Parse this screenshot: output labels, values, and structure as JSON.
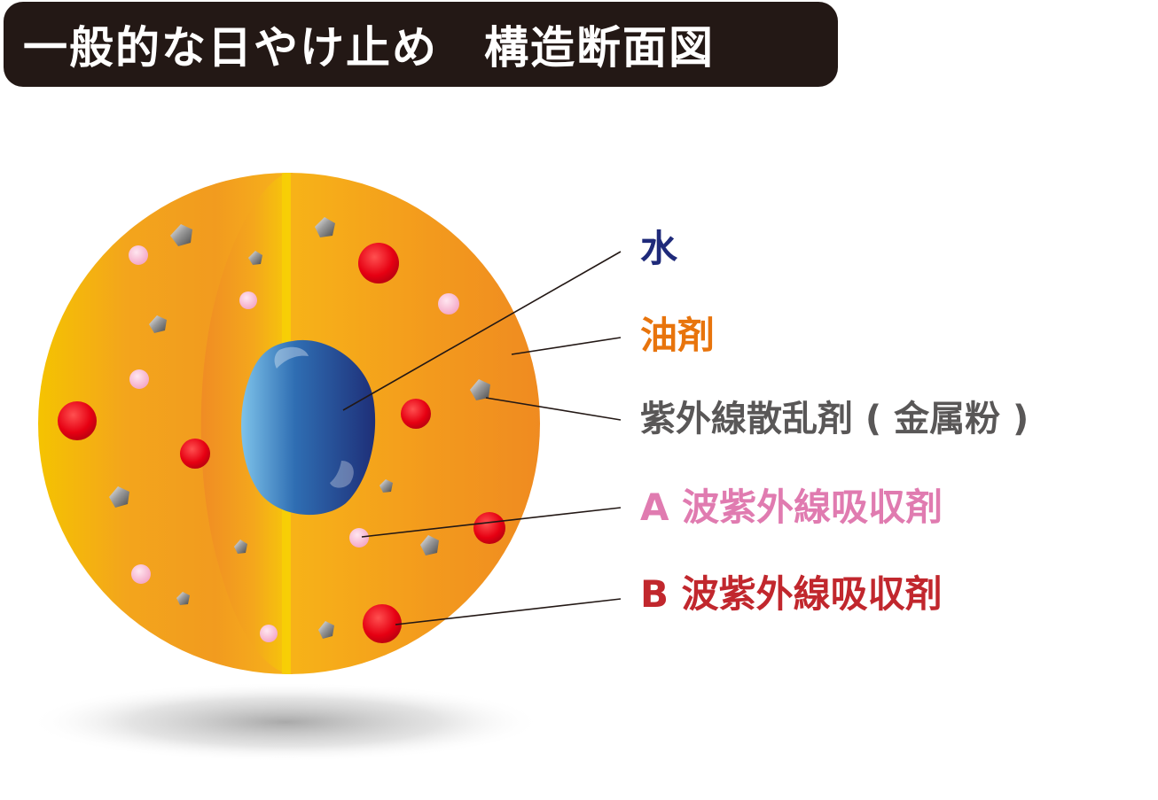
{
  "title": "一般的な日やけ止め　構造断面図",
  "labels": {
    "water": "水",
    "oil": "油剤",
    "scatter": "紫外線散乱剤 ( 金属粉 )",
    "uva": "A 波紫外線吸収剤",
    "uvb": "B 波紫外線吸収剤"
  },
  "colors": {
    "title_bg": "#231815",
    "water": "#1f2a7a",
    "oil": "#e8740c",
    "scatter": "#595757",
    "uva": "#e07bb0",
    "uvb": "#c1272d",
    "sphere": "#f29a1c",
    "red_particle": "#e60012",
    "pink_particle": "#f6b7d0"
  }
}
